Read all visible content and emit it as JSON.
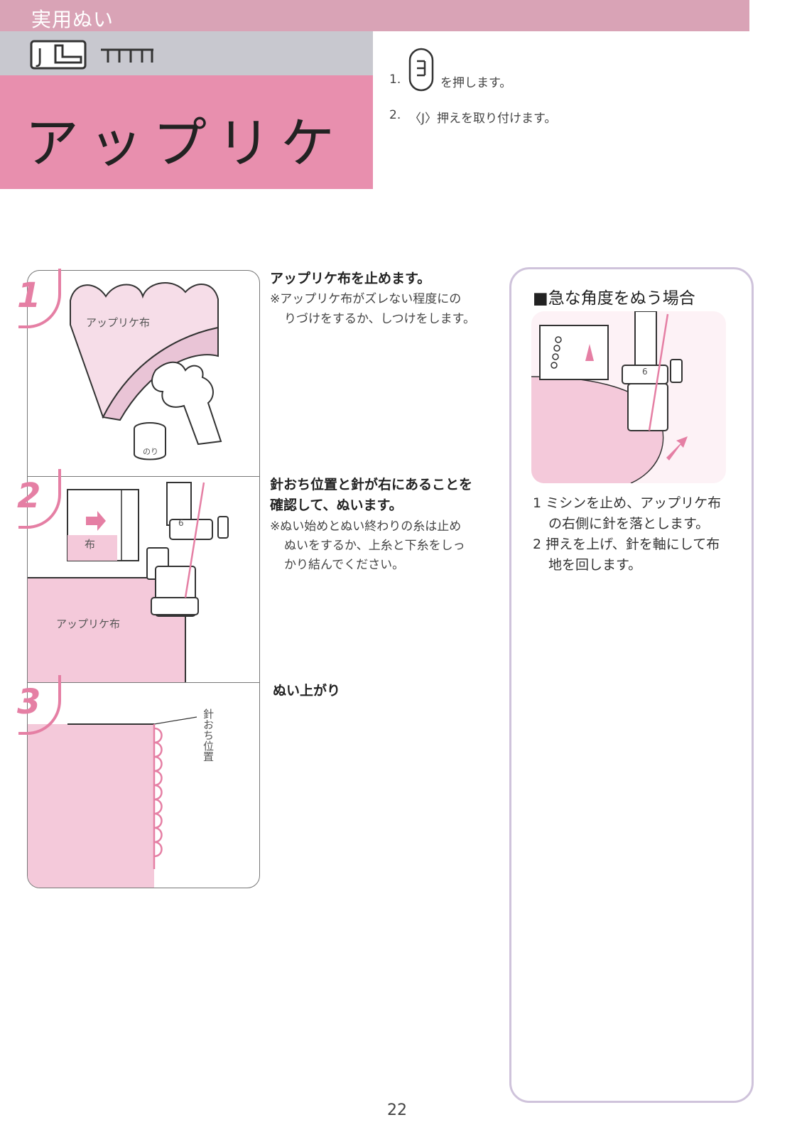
{
  "header": {
    "section_label": "実用ぬい",
    "foot_label": "J",
    "title": "アップリケ"
  },
  "setup_steps": {
    "step1_number": "1.",
    "step1_text": "を押します。",
    "step2_number": "2.",
    "step2_text": "〈J〉押えを取り付けます。"
  },
  "steps": [
    {
      "number": "1",
      "main": "アップリケ布を止めます。",
      "note_line1": "※アップリケ布がズレない程度にの",
      "note_line2": "りづけをするか、しつけをします。",
      "figure_label": "アップリケ布",
      "jar_label": "のり"
    },
    {
      "number": "2",
      "main_line1": "針おち位置と針が右にあることを",
      "main_line2": "確認して、ぬいます。",
      "note_line1": "※ぬい始めとぬい終わりの糸は止め",
      "note_line2": "ぬいをするか、上糸と下糸をしっ",
      "note_line3": "かり結んでください。",
      "inset_label": "布",
      "figure_label": "アップリケ布",
      "foot_number": "6"
    },
    {
      "number": "3",
      "main": "ぬい上がり",
      "needle_label": "針おち位置"
    }
  ],
  "sidebar": {
    "heading": "■急な角度をぬう場合",
    "item1_line1": "1 ミシンを止め、アップリケ布",
    "item1_line2": "の右側に針を落とします。",
    "item2_line1": "2 押えを上げ、針を軸にして布",
    "item2_line2": "地を回します。",
    "foot_number": "6"
  },
  "page_number": "22"
}
